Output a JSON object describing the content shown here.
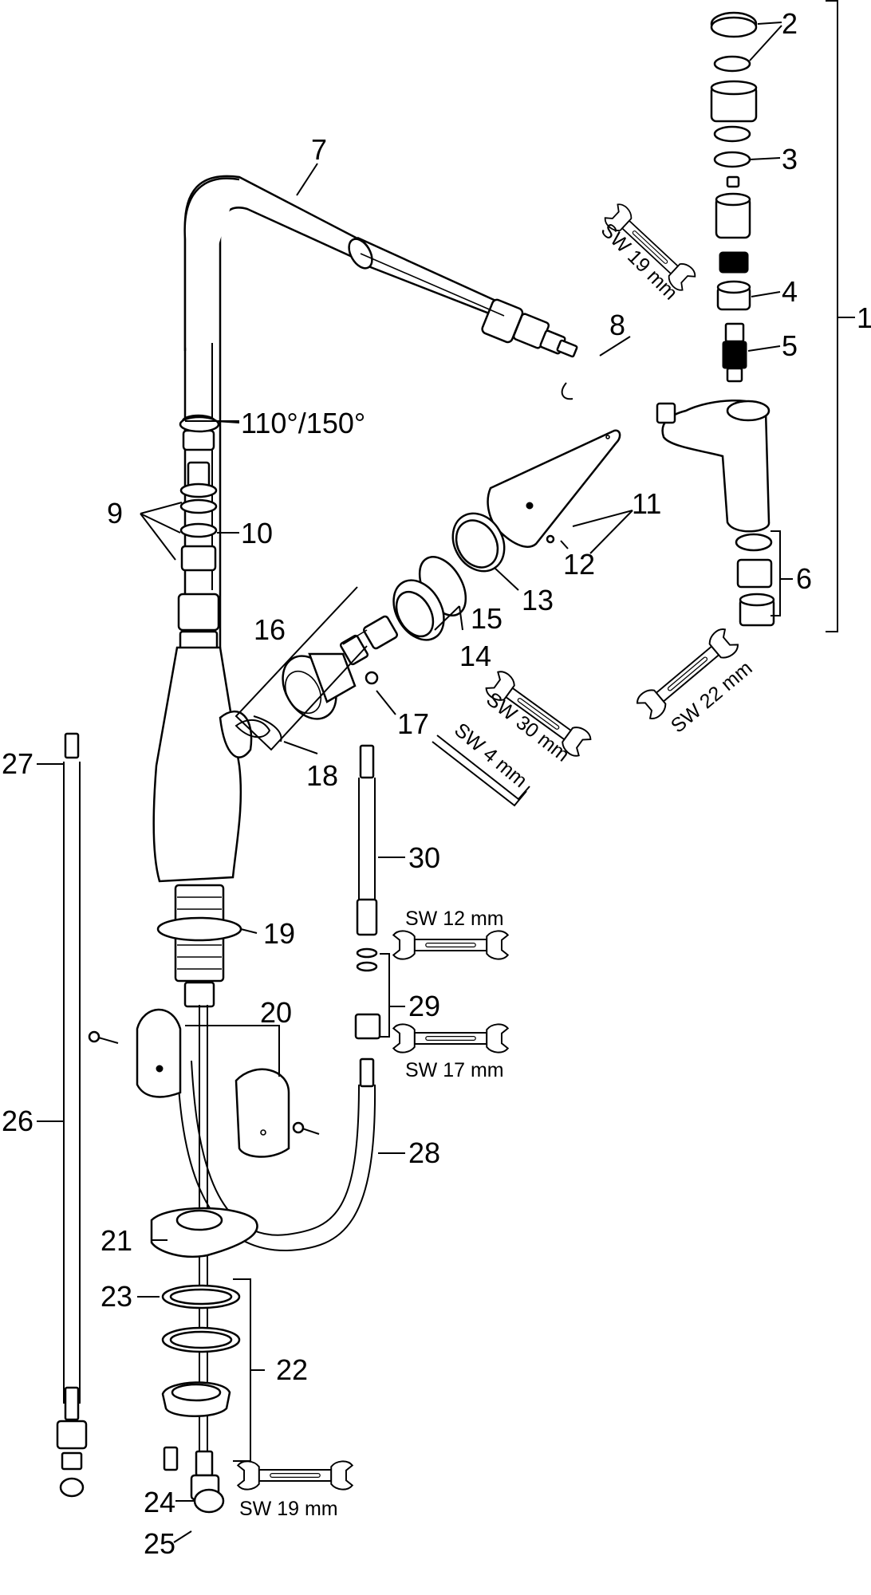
{
  "labels": {
    "p1": "1",
    "p2": "2",
    "p3": "3",
    "p4": "4",
    "p5": "5",
    "p6": "6",
    "p7": "7",
    "p8": "8",
    "p9": "9",
    "p10": "10",
    "p11": "11",
    "p12": "12",
    "p13": "13",
    "p14": "14",
    "p15": "15",
    "p16": "16",
    "p17": "17",
    "p18": "18",
    "p19": "19",
    "p20": "20",
    "p21": "21",
    "p22": "22",
    "p23": "23",
    "p24": "24",
    "p25": "25",
    "p26": "26",
    "p27": "27",
    "p28": "28",
    "p29": "29",
    "p30": "30",
    "angle": "110°/150°"
  },
  "tools": {
    "sw19_top": "SW 19 mm",
    "sw22": "SW 22 mm",
    "sw30": "SW 30 mm",
    "sw4": "SW 4 mm",
    "sw12": "SW 12 mm",
    "sw17": "SW 17 mm",
    "sw19_bottom": "SW 19 mm"
  }
}
